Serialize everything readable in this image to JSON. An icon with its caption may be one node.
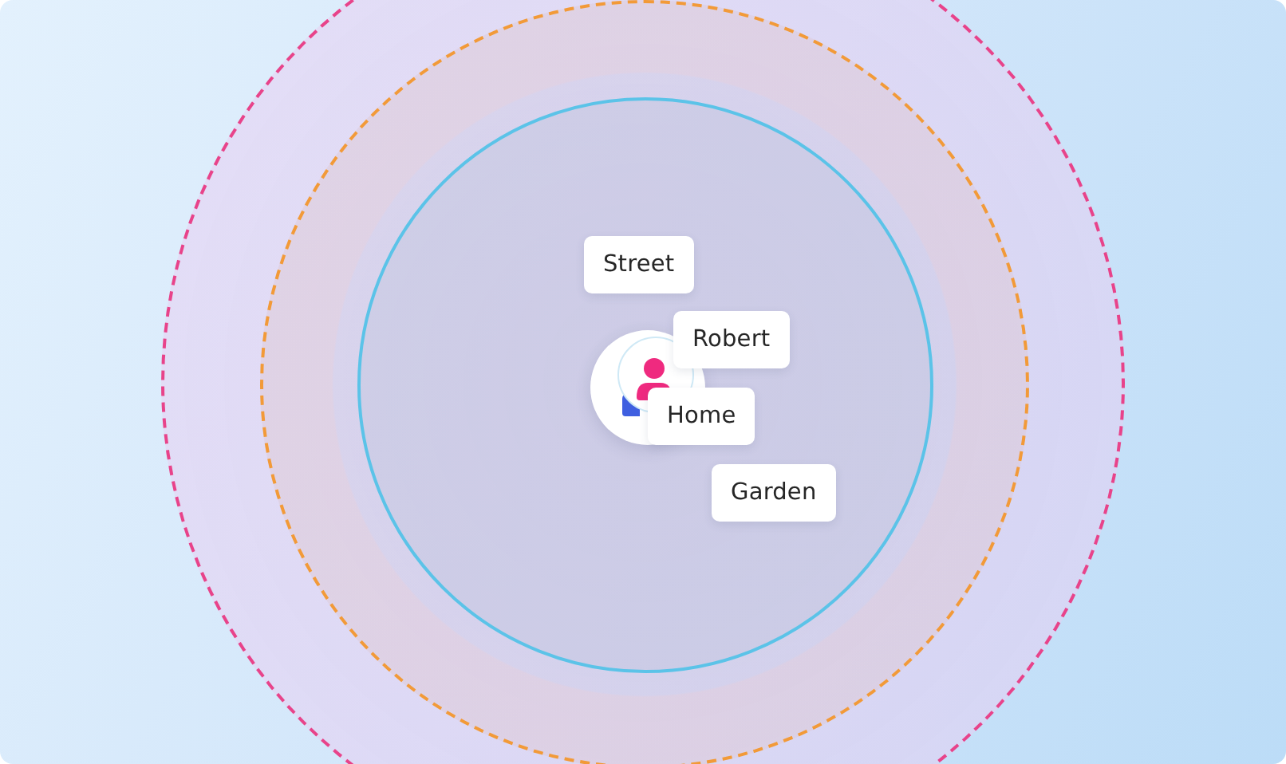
{
  "diagram": {
    "nodes": [
      {
        "text": [],
        "shape": "circle"
      },
      {
        "text": [],
        "shape": "circle",
        "in": 0
      },
      {
        "text": [],
        "shape": "circle",
        "in": 1
      },
      {
        "text": [
          "Street"
        ],
        "in": 2
      },
      {
        "text": [
          "Robert"
        ],
        "in": 2
      },
      {
        "text": [],
        "shape": "circle",
        "in": 2
      },
      {
        "text": [
          "Home"
        ],
        "in": 2
      },
      {
        "text": [
          "Garden"
        ],
        "in": 2
      }
    ]
  }
}
